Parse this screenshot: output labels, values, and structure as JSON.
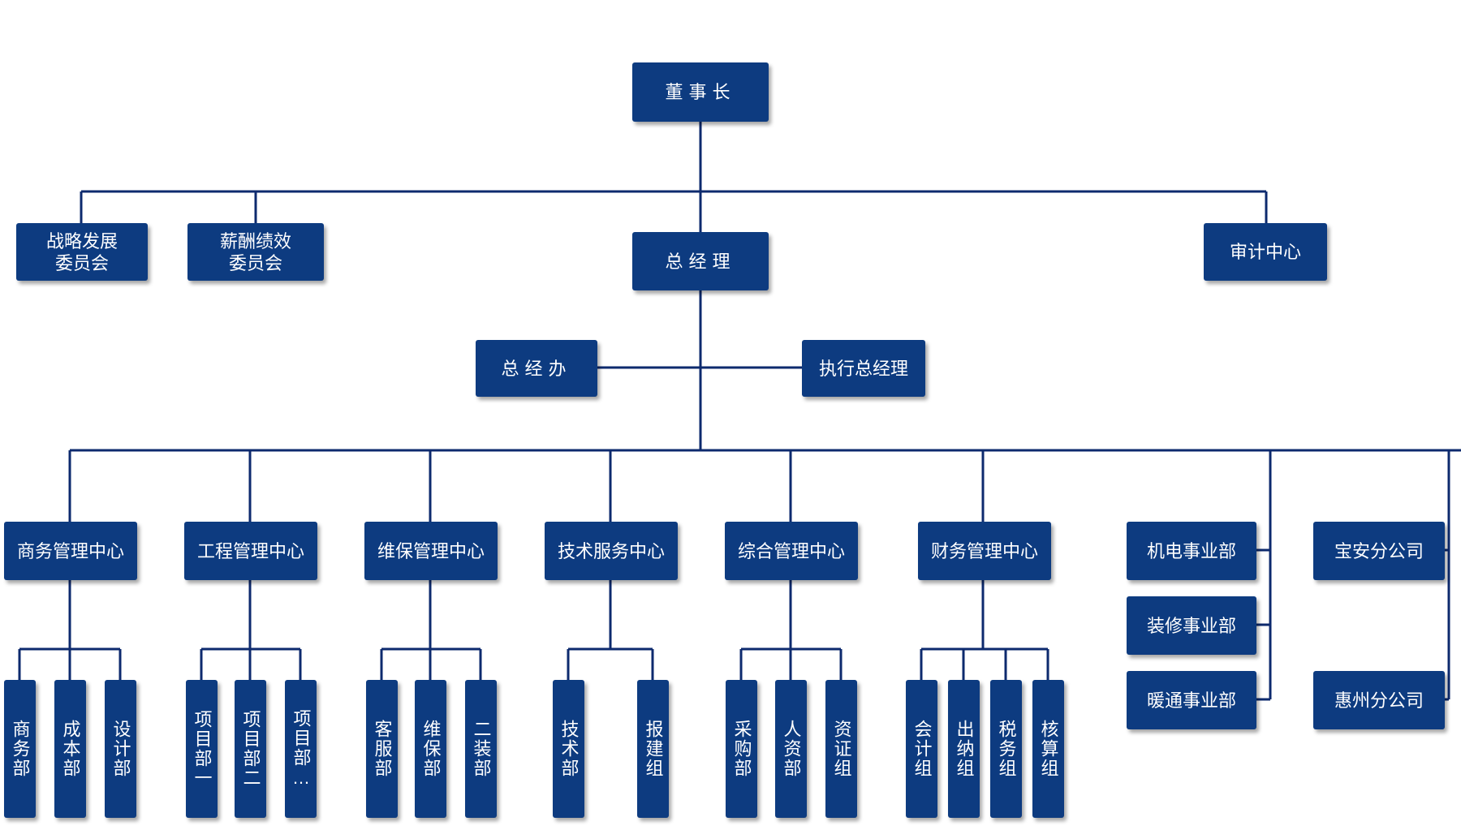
{
  "colors": {
    "box": "#0d3b80",
    "line": "#0d2a6e",
    "text": "#ffffff"
  },
  "chairman": "董事长",
  "committees": [
    "战略发展\n委员会",
    "薪酬绩效\n委员会"
  ],
  "audit": "审计中心",
  "gm": "总经理",
  "gm_office": "总经办",
  "exec_gm": "执行总经理",
  "centers": [
    {
      "name": "商务管理中心",
      "depts": [
        "商务部",
        "成本部",
        "设计部"
      ]
    },
    {
      "name": "工程管理中心",
      "depts": [
        "项目部一",
        "项目部二",
        "项目部…"
      ]
    },
    {
      "name": "维保管理中心",
      "depts": [
        "客服部",
        "维保部",
        "二装部"
      ]
    },
    {
      "name": "技术服务中心",
      "depts": [
        "技术部",
        "报建组"
      ]
    },
    {
      "name": "综合管理中心",
      "depts": [
        "采购部",
        "人资部",
        "资证组"
      ]
    },
    {
      "name": "财务管理中心",
      "depts": [
        "会计组",
        "出纳组",
        "税务组",
        "核算组"
      ]
    }
  ],
  "divisions": [
    "机电事业部",
    "装修事业部",
    "暖通事业部"
  ],
  "branches": [
    "宝安分公司",
    "惠州分公司"
  ]
}
